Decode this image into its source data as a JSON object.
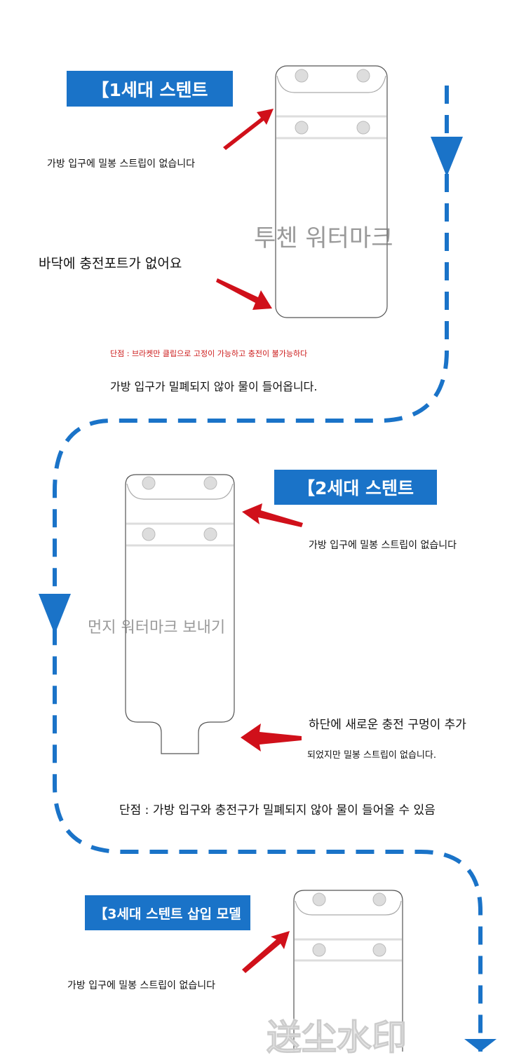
{
  "colors": {
    "accent_blue": "#1a73c8",
    "arrow_red": "#d0101a",
    "note_red": "#cc1a1a",
    "outline": "#555555"
  },
  "gen1": {
    "title": "【1세대 스텐트",
    "note_top": "가방 입구에 밀봉 스트립이 없습니다",
    "note_bottom": "바닥에 충전포트가 없어요",
    "drawback": "단점 : 브라켓만 클립으로 고정이 가능하고 충전이 불가능하다",
    "summary": "가방 입구가 밀폐되지 않아 물이 들어옵니다.",
    "watermark": "투첸 워터마크"
  },
  "gen2": {
    "title": "【2세대 스텐트",
    "note_top": "가방 입구에 밀봉 스트립이 없습니다",
    "note_bottom_1": "하단에 새로운 충전 구멍이 추가",
    "note_bottom_2": "되었지만 밀봉 스트립이 없습니다.",
    "drawback": "단점 : 가방 입구와 충전구가 밀폐되지 않아 물이 들어올 수 있음",
    "watermark": "먼지 워터마크 보내기"
  },
  "gen3": {
    "title": "【3세대 스텐트 삽입 모델",
    "note_top": "가방 입구에 밀봉 스트립이 없습니다",
    "watermark": "送尘水印"
  }
}
